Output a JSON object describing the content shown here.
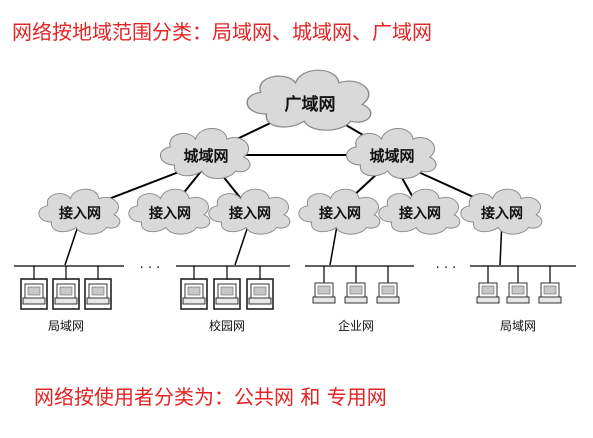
{
  "headings": {
    "by_range": "网络按地域范围分类：局域网、城域网、广域网",
    "by_user": "网络按使用者分类为：公共网 和 专用网"
  },
  "diagram": {
    "wan": "广域网",
    "man_left": "城域网",
    "man_right": "城域网",
    "access": [
      "接入网",
      "接入网",
      "接入网",
      "接入网",
      "接入网",
      "接入网"
    ],
    "ellipsis": [
      "· · ·",
      "· · ·"
    ],
    "lans": [
      "局域网",
      "校园网",
      "企业网",
      "局域网"
    ]
  },
  "colors": {
    "heading": "#e32424",
    "cloud_fill": "#d9d9d9",
    "cloud_stroke": "#8a8a8a",
    "line": "#000000"
  },
  "icons": {
    "cloud": "cloud-icon",
    "computer": "computer-icon"
  }
}
